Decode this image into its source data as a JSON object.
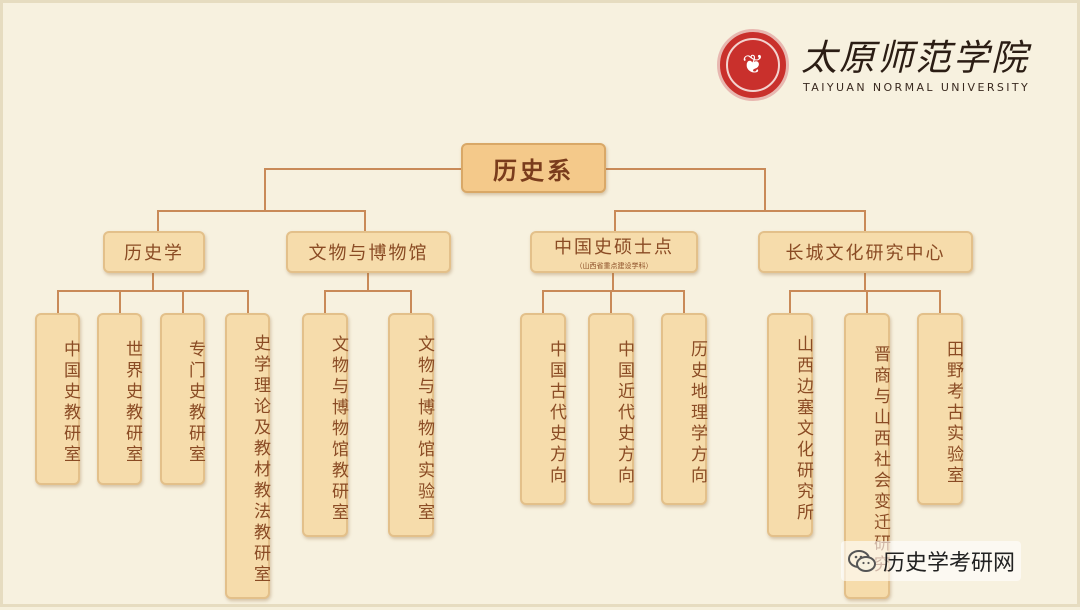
{
  "root": {
    "label": "历史系"
  },
  "branches": [
    {
      "label": "历史学",
      "sub": "",
      "children": [
        "中国史教研室",
        "世界史教研室",
        "专门史教研室",
        "史学理论及教材教法教研室"
      ]
    },
    {
      "label": "文物与博物馆",
      "sub": "",
      "children": [
        "文物与博物馆教研室",
        "文物与博物馆实验室"
      ]
    },
    {
      "label": "中国史硕士点",
      "sub": "（山西省重点建设学科）",
      "children": [
        "中国古代史方向",
        "中国近代史方向",
        "历史地理学方向"
      ]
    },
    {
      "label": "长城文化研究中心",
      "sub": "",
      "children": [
        "山西边塞文化研究所",
        "晋商与山西社会变迁研究",
        "田野考古实验室"
      ]
    }
  ],
  "logo": {
    "name_cn": "太原师范学院",
    "name_en": "TAIYUAN NORMAL UNIVERSITY",
    "seal_color": "#c9302c"
  },
  "watermark": {
    "icon": "wechat-icon",
    "text": "历史学考研网"
  },
  "colors": {
    "node_fill": "#f6dcab",
    "node_border": "#e3c08a",
    "line": "#c98a58",
    "text": "#8a4b24"
  }
}
